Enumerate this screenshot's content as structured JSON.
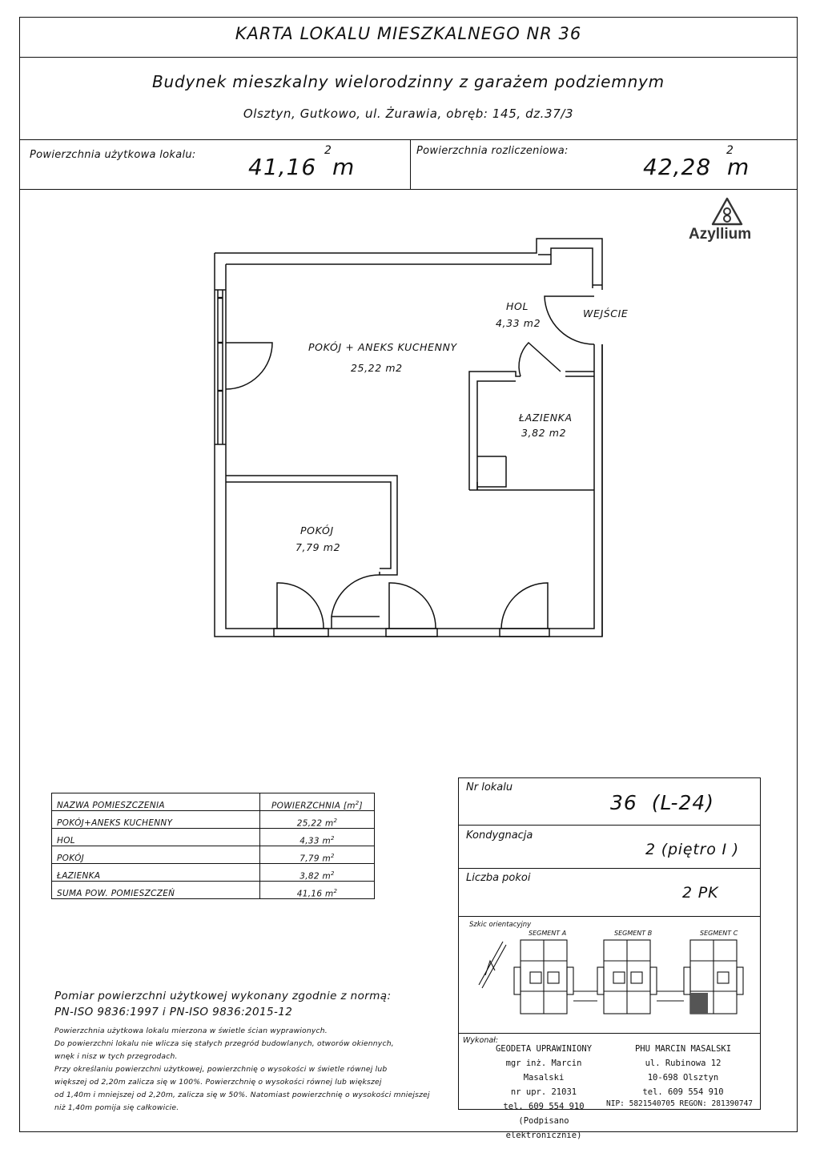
{
  "header": {
    "title": "KARTA LOKALU MIESZKALNEGO NR 36",
    "subtitle": "Budynek mieszkalny wielorodzinny z garażem podziemnym",
    "address": "Olsztyn, Gutkowo, ul. Żurawia, obręb: 145, dz.37/3"
  },
  "areas": {
    "usable_label": "Powierzchnia użytkowa lokalu:",
    "usable_value": "41,16",
    "settlement_label": "Powierzchnia rozliczeniowa:",
    "settlement_value": "42,28",
    "unit": "m",
    "unit_sup": "2"
  },
  "logo": {
    "name": "Azyllium"
  },
  "plan": {
    "rooms": [
      {
        "name": "POKÓJ + ANEKS KUCHENNY",
        "area": "25,22 m2"
      },
      {
        "name": "HOL",
        "area": "4,33 m2"
      },
      {
        "name": "ŁAZIENKA",
        "area": "3,82 m2"
      },
      {
        "name": "POKÓJ",
        "area": "7,79 m2"
      }
    ],
    "entrance_label": "WEJŚCIE"
  },
  "room_table": {
    "header_name": "NAZWA POMIESZCZENIA",
    "header_area": "POWIERZCHNIA [m",
    "header_area_sup": "2",
    "header_area_end": "]",
    "rows": [
      {
        "name": "POKÓJ+ANEKS KUCHENNY",
        "area": "25,22 m",
        "sup": "2"
      },
      {
        "name": "HOL",
        "area": "4,33 m",
        "sup": "2"
      },
      {
        "name": "POKÓJ",
        "area": "7,79 m",
        "sup": "2"
      },
      {
        "name": "ŁAZIENKA",
        "area": "3,82 m",
        "sup": "2"
      },
      {
        "name": "SUMA POW. POMIESZCZEŃ",
        "area": "41,16 m",
        "sup": "2"
      }
    ]
  },
  "norm_note": {
    "line1": "Pomiar powierzchni użytkowej wykonany zgodnie z normą:",
    "line2": "PN-ISO 9836:1997 i PN-ISO 9836:2015-12"
  },
  "fine_print": [
    "Powierzchnia użytkowa lokalu mierzona w świetle ścian wyprawionych.",
    "Do powierzchni lokalu nie wlicza się stałych przegród budowlanych, otworów okiennych,",
    "wnęk i nisz w tych przegrodach.",
    "Przy określaniu powierzchni użytkowej, powierzchnię o wysokości w świetle równej lub",
    "większej od 2,20m zalicza się w 100%. Powierzchnię o wysokości równej lub większej",
    "od 1,40m i mniejszej od 2,20m, zalicza się w 50%. Natomiast powierzchnię o wysokości mniejszej",
    "niż 1,40m pomija się całkowicie."
  ],
  "info": {
    "unit_label": "Nr lokalu",
    "unit_value": "36  (L-24)",
    "floor_label": "Kondygnacja",
    "floor_value": "2 (piętro I )",
    "rooms_label": "Liczba pokoi",
    "rooms_value": "2 PK",
    "sketch_label": "Szkic orientacyjny",
    "segments": [
      "SEGMENT A",
      "SEGMENT B",
      "SEGMENT C"
    ],
    "made_by_label": "Wykonał:",
    "surveyor": [
      "GEODETA UPRAWINIONY",
      "mgr inż. Marcin Masalski",
      "nr upr. 21031",
      "tel. 609 554 910",
      "(Podpisano elektronicznie)"
    ],
    "company": [
      "PHU MARCIN MASALSKI",
      "ul. Rubinowa 12",
      "10-698 Olsztyn",
      "tel. 609 554 910"
    ],
    "company_ids": "NIP: 5821540705 REGON: 281390747"
  }
}
